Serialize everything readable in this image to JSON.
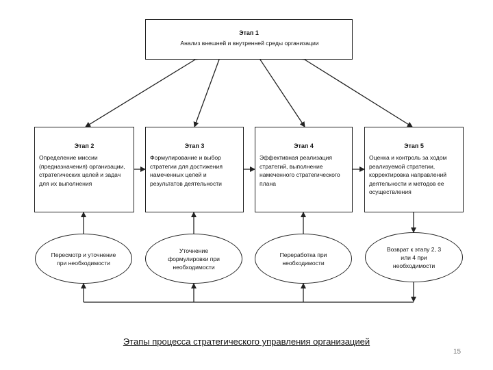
{
  "stage1": {
    "title": "Этап 1",
    "text": "Анализ внешней и внутренней среды организации"
  },
  "stages": [
    {
      "title": "Этап 2",
      "text": "Определение миссии (предназначения) организации, стратегических целей и задач для их выполнения"
    },
    {
      "title": "Этап 3",
      "text": "Формулирование и выбор стратегии для достижения намеченных целей и результатов деятельности"
    },
    {
      "title": "Этап 4",
      "text": "Эффективная реализация стратегий, выполнение намеченного стратегического плана"
    },
    {
      "title": "Этап 5",
      "text": "Оценка и контроль за ходом реализуемой стратегии, корректировка направлений деятельности и методов ее осуществления"
    }
  ],
  "feedback": [
    {
      "text": "Пересмотр и уточнение при необходимости"
    },
    {
      "text": "Уточнение формулировки при необходимости"
    },
    {
      "text": "Переработка при необходимости"
    },
    {
      "text": "Возврат к этапу 2, 3 или 4 при необходимости"
    }
  ],
  "caption": "Этапы процесса стратегического управления организацией",
  "page_number": "15"
}
